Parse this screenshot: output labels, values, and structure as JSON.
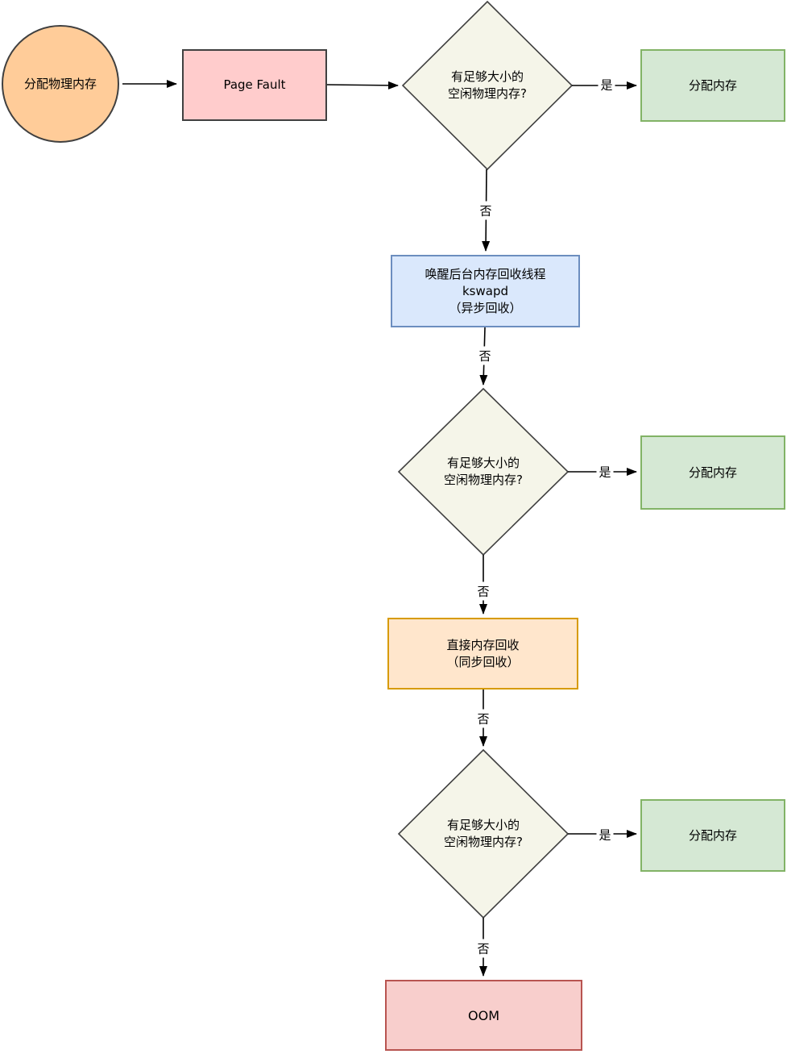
{
  "diagram": {
    "type": "flowchart",
    "topic": "Linux physical memory allocation / reclaim flow"
  },
  "edge_labels": {
    "yes": "是",
    "no": "否"
  },
  "nodes": {
    "start": {
      "label": "分配物理内存"
    },
    "page_fault": {
      "label": "Page Fault"
    },
    "check_free_memory_1": {
      "label": "有足够大小的\n空闲物理内存?"
    },
    "alloc_memory_1": {
      "label": "分配内存"
    },
    "kswapd": {
      "label": "唤醒后台内存回收线程\nkswapd\n（异步回收）"
    },
    "check_free_memory_2": {
      "label": "有足够大小的\n空闲物理内存?"
    },
    "alloc_memory_2": {
      "label": "分配内存"
    },
    "direct_reclaim": {
      "label": "直接内存回收\n（同步回收）"
    },
    "check_free_memory_3": {
      "label": "有足够大小的\n空闲物理内存?"
    },
    "alloc_memory_3": {
      "label": "分配内存"
    },
    "oom": {
      "label": "OOM"
    }
  },
  "colors": {
    "start_fill": "#ffcc99",
    "page_fault_fill": "#ffcccc",
    "decision_fill": "#f5f5e9",
    "decision_border": "#404040",
    "alloc_fill": "#d5e8d4",
    "alloc_border": "#82b366",
    "kswapd_fill": "#dae8fc",
    "kswapd_border": "#6c8ebf",
    "direct_reclaim_fill": "#ffe6cc",
    "direct_reclaim_border": "#d79b00",
    "oom_fill": "#f8cecc",
    "oom_border": "#b85450",
    "line": "#000000"
  }
}
